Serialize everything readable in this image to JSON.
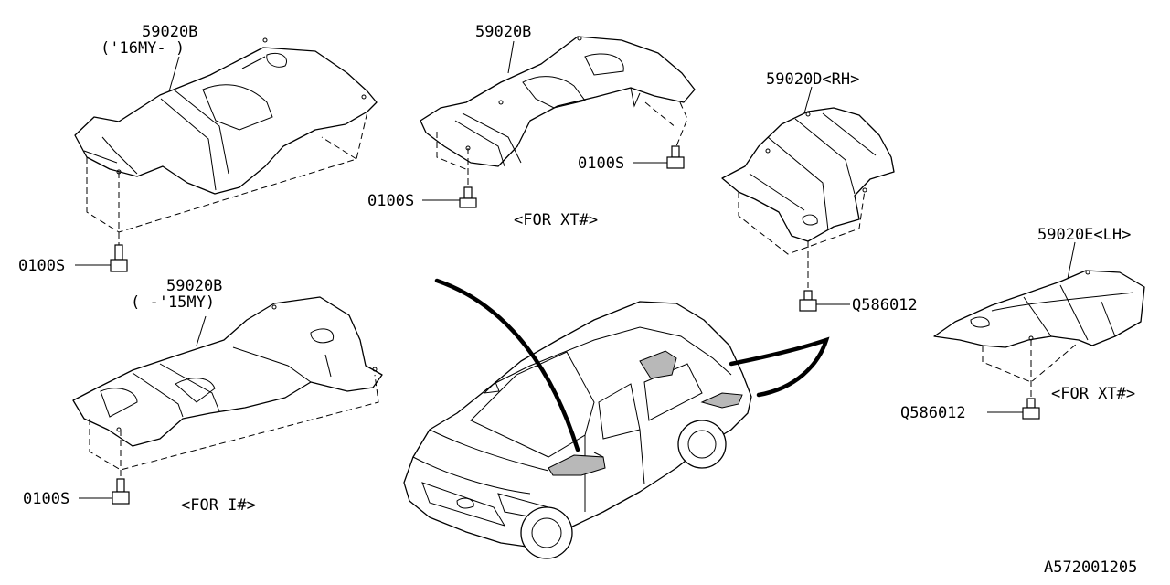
{
  "labels": {
    "part_59020b_top": "59020B",
    "part_59020b_top_year": "('16MY-    )",
    "part_59020b_mid": "59020B",
    "part_59020d": "59020D<RH>",
    "part_59020b_bottom": "59020B",
    "part_59020b_bottom_year": "(    -'15MY)",
    "part_59020e": "59020E<LH>",
    "bolt_0100s_a": "0100S",
    "bolt_0100s_b": "0100S",
    "bolt_0100s_c": "0100S",
    "bolt_0100s_d": "0100S",
    "bolt_q586012_a": "Q586012",
    "bolt_q586012_b": "Q586012",
    "note_for_xt_mid": "<FOR XT#>",
    "note_for_i": "<FOR I#>",
    "note_for_xt_right": "<FOR XT#>",
    "diagram_id": "A572001205"
  }
}
